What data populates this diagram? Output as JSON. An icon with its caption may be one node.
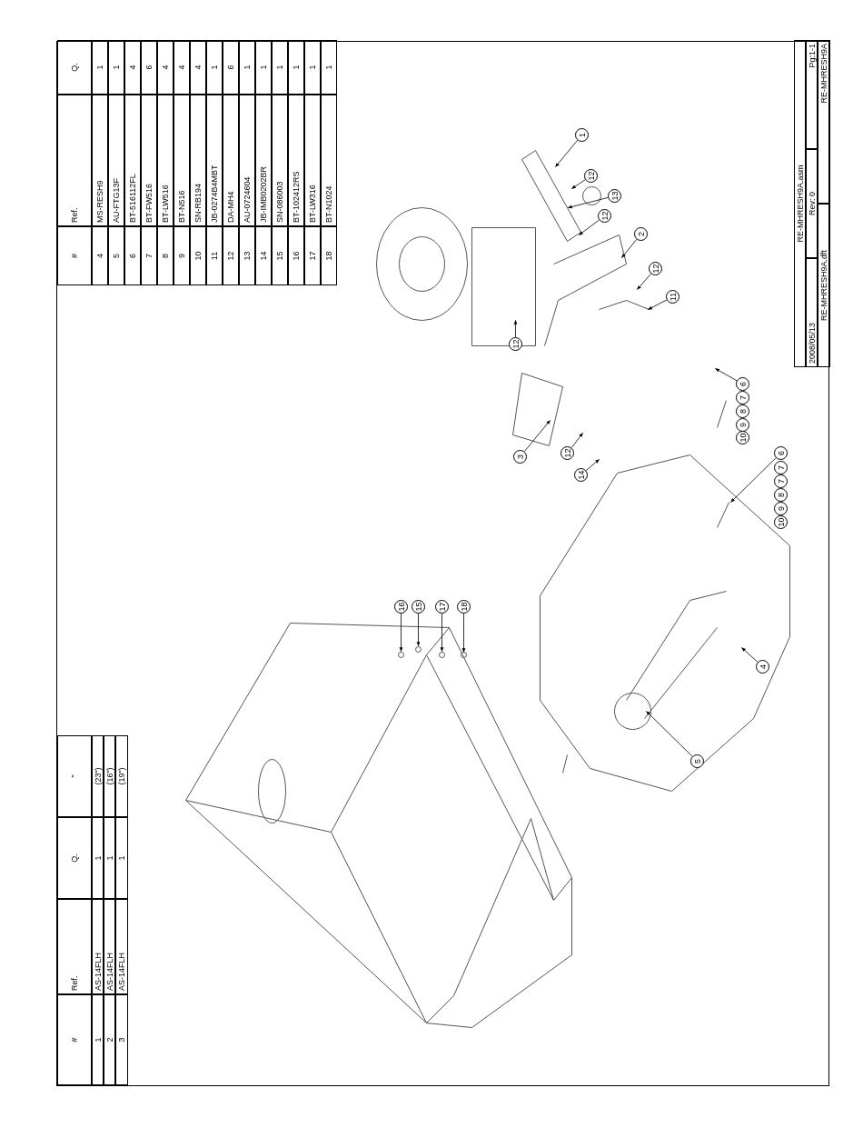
{
  "diagram": {
    "nodes": [
      {
        "text": [
          "1"
        ]
      },
      {
        "text": [
          "12"
        ]
      },
      {
        "text": [
          "13"
        ]
      },
      {
        "text": [
          "12"
        ]
      },
      {
        "text": [
          "2"
        ]
      },
      {
        "text": [
          "12"
        ]
      },
      {
        "text": [
          "11"
        ]
      },
      {
        "text": [
          "12"
        ]
      },
      {
        "text": [
          "3"
        ]
      },
      {
        "text": [
          "12"
        ]
      },
      {
        "text": [
          "14"
        ]
      },
      {
        "text": [
          "10"
        ]
      },
      {
        "text": [
          "9"
        ]
      },
      {
        "text": [
          "8"
        ]
      },
      {
        "text": [
          "7"
        ]
      },
      {
        "text": [
          "6"
        ]
      },
      {
        "text": [
          "10"
        ]
      },
      {
        "text": [
          "9"
        ]
      },
      {
        "text": [
          "8"
        ]
      },
      {
        "text": [
          "7"
        ]
      },
      {
        "text": [
          "7"
        ]
      },
      {
        "text": [
          "6"
        ]
      },
      {
        "text": [
          "4"
        ]
      },
      {
        "text": [
          "5"
        ]
      },
      {
        "text": [
          "16"
        ]
      },
      {
        "text": [
          "15"
        ]
      },
      {
        "text": [
          "17"
        ]
      },
      {
        "text": [
          "18"
        ]
      }
    ],
    "edges": [
      {
        "from": 0,
        "to": null,
        "arrow": "to"
      },
      {
        "from": 1,
        "to": null,
        "arrow": "to"
      },
      {
        "from": 2,
        "to": null,
        "arrow": "to"
      },
      {
        "from": 3,
        "to": null,
        "arrow": "to"
      },
      {
        "from": 4,
        "to": null,
        "arrow": "to"
      },
      {
        "from": 5,
        "to": null,
        "arrow": "to"
      },
      {
        "from": 6,
        "to": null,
        "arrow": "to"
      },
      {
        "from": 7,
        "to": null,
        "arrow": "to"
      },
      {
        "from": 8,
        "to": null,
        "arrow": "to"
      },
      {
        "from": 9,
        "to": null,
        "arrow": "to"
      },
      {
        "from": 10,
        "to": null,
        "arrow": "to"
      },
      {
        "from": 15,
        "to": null,
        "arrow": "to"
      },
      {
        "from": 21,
        "to": null,
        "arrow": "to"
      },
      {
        "from": 22,
        "to": null,
        "arrow": "to"
      },
      {
        "from": 23,
        "to": null,
        "arrow": "to"
      },
      {
        "from": 24,
        "to": null,
        "arrow": "to"
      },
      {
        "from": 25,
        "to": null,
        "arrow": "to"
      },
      {
        "from": 26,
        "to": null,
        "arrow": "to"
      },
      {
        "from": 27,
        "to": null,
        "arrow": "to"
      }
    ],
    "labels": [
      "#",
      "Ref.",
      "Q.",
      "4",
      "MS-RESH9",
      "1",
      "5",
      "AU-FTG13F",
      "1",
      "6",
      "BT-516112FL",
      "4",
      "7",
      "BT-FW516",
      "6",
      "8",
      "BT-LW516",
      "4",
      "9",
      "BT-N516",
      "4",
      "10",
      "SN-RB194",
      "4",
      "11",
      "JB-0274B4MBT",
      "1",
      "12",
      "DA-MH4",
      "6",
      "13",
      "AU-0724604",
      "1",
      "14",
      "JB-IMB0202BR",
      "1",
      "15",
      "SN-086003",
      "1",
      "16",
      "BT-102412RS",
      "1",
      "17",
      "BT-LW316",
      "1",
      "18",
      "BT-N1024",
      "1",
      "#",
      "Ref.",
      "Q.",
      "\"",
      "1",
      "AS-14FLH",
      "1",
      "(23\")",
      "2",
      "AS-14FLH",
      "1",
      "(16\")",
      "3",
      "AS-14FLH",
      "1",
      "(19\")",
      "RE-MHRESH9A.asm",
      "2008/05/13",
      "Rev: 0",
      "Pg:1-1",
      "RE-MHRESH9A.dft",
      "RE-MHRESH9A"
    ]
  }
}
